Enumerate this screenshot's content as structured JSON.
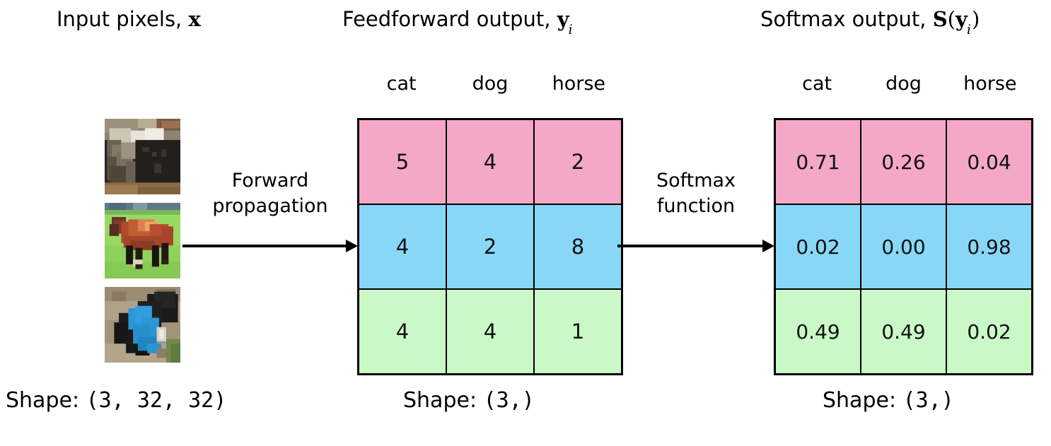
{
  "headings": {
    "input": {
      "text": "Input pixels, ",
      "symbol": "x"
    },
    "feedforward": {
      "text": "Feedforward output, ",
      "symbol": "y",
      "subscript": "i"
    },
    "softmax": {
      "text": "Softmax output, ",
      "symbol": "S",
      "open": "(",
      "inner": "y",
      "subscript": "i",
      "close": ")"
    }
  },
  "images": [
    {
      "label": "cat-thumbnail",
      "alt": "cat photo"
    },
    {
      "label": "horse-thumbnail",
      "alt": "horse on grass photo"
    },
    {
      "label": "dog-thumbnail",
      "alt": "dog wearing blue coat photo"
    }
  ],
  "arrows": {
    "forward": {
      "line1": "Forward",
      "line2": "propagation"
    },
    "softmax": {
      "line1": "Softmax",
      "line2": "function"
    }
  },
  "chart_data": {
    "type": "table",
    "title": "Softmax transformation of feedforward logits",
    "tables": [
      {
        "name": "feedforward-output",
        "caption": "Feedforward output, y_i",
        "columns": [
          "cat",
          "dog",
          "horse"
        ],
        "rows": [
          {
            "row_color": "#f4a7c8",
            "values": [
              "5",
              "4",
              "2"
            ]
          },
          {
            "row_color": "#88d7f7",
            "values": [
              "4",
              "2",
              "8"
            ]
          },
          {
            "row_color": "#cbf8c7",
            "values": [
              "4",
              "4",
              "1"
            ]
          }
        ]
      },
      {
        "name": "softmax-output",
        "caption": "Softmax output, S(y_i)",
        "columns": [
          "cat",
          "dog",
          "horse"
        ],
        "rows": [
          {
            "row_color": "#f4a7c8",
            "values": [
              "0.71",
              "0.26",
              "0.04"
            ]
          },
          {
            "row_color": "#88d7f7",
            "values": [
              "0.02",
              "0.00",
              "0.98"
            ]
          },
          {
            "row_color": "#cbf8c7",
            "values": [
              "0.49",
              "0.49",
              "0.02"
            ]
          }
        ]
      }
    ]
  },
  "shapes": {
    "input": {
      "prefix": "Shape: ",
      "value": "(3, 32, 32)"
    },
    "feedforward": {
      "prefix": "Shape: ",
      "value": "(3,)"
    },
    "softmax": {
      "prefix": "Shape: ",
      "value": "(3,)"
    }
  },
  "colors": {
    "row_pink": "#f4a7c8",
    "row_blue": "#88d7f7",
    "row_green": "#cbf8c7",
    "border": "#000000",
    "background": "#ffffff"
  }
}
